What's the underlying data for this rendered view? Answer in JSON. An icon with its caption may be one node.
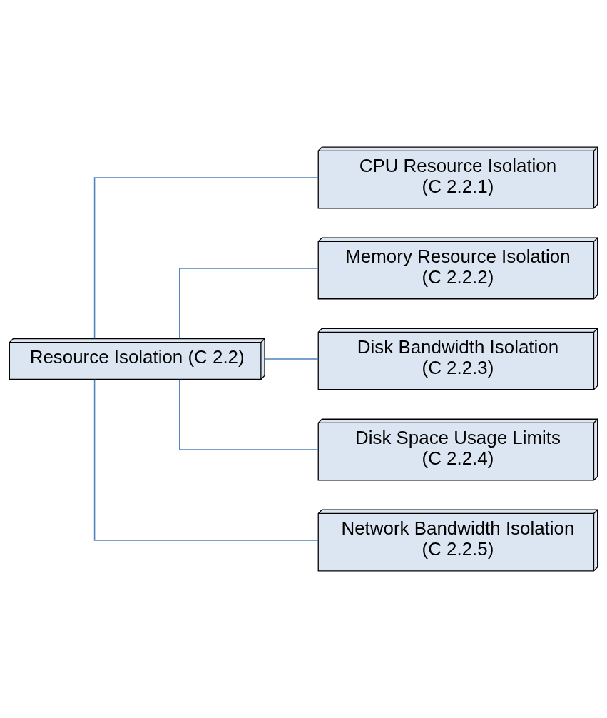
{
  "diagram": {
    "nodes": [
      {
        "text": [
          "Resource Isolation (C 2.2)"
        ]
      },
      {
        "text": [
          "CPU Resource Isolation (C 2.2.1)"
        ]
      },
      {
        "text": [
          "Memory Resource Isolation (C 2.2.2)"
        ]
      },
      {
        "text": [
          "Disk Bandwidth Isolation (C 2.2.3)"
        ]
      },
      {
        "text": [
          "Disk Space Usage Limits (C 2.2.4)"
        ]
      },
      {
        "text": [
          "Network Bandwidth Isolation (C 2.2.5)"
        ]
      }
    ],
    "edges": [
      {
        "from": 0,
        "to": 1,
        "arrow": "none"
      },
      {
        "from": 0,
        "to": 2,
        "arrow": "none"
      },
      {
        "from": 0,
        "to": 3,
        "arrow": "none"
      },
      {
        "from": 0,
        "to": 4,
        "arrow": "none"
      },
      {
        "from": 0,
        "to": 5,
        "arrow": "none"
      }
    ]
  }
}
